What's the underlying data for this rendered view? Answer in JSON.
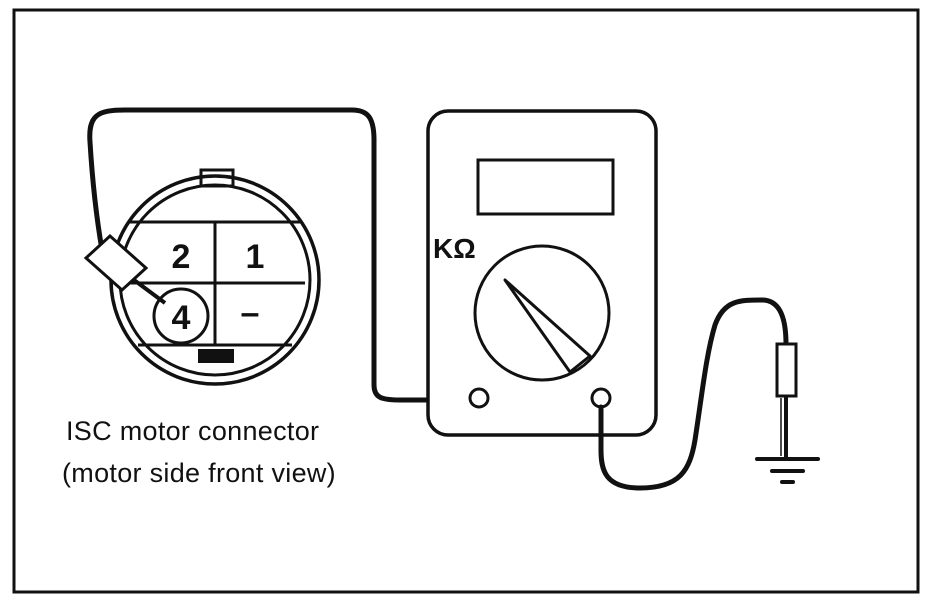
{
  "connector": {
    "pins": {
      "top_left": "2",
      "top_right": "1",
      "bottom_left": "4",
      "bottom_right": "–"
    },
    "caption_line1": "ISC motor connector",
    "caption_line2": "(motor side front view)"
  },
  "meter": {
    "range_label": "KΩ"
  }
}
